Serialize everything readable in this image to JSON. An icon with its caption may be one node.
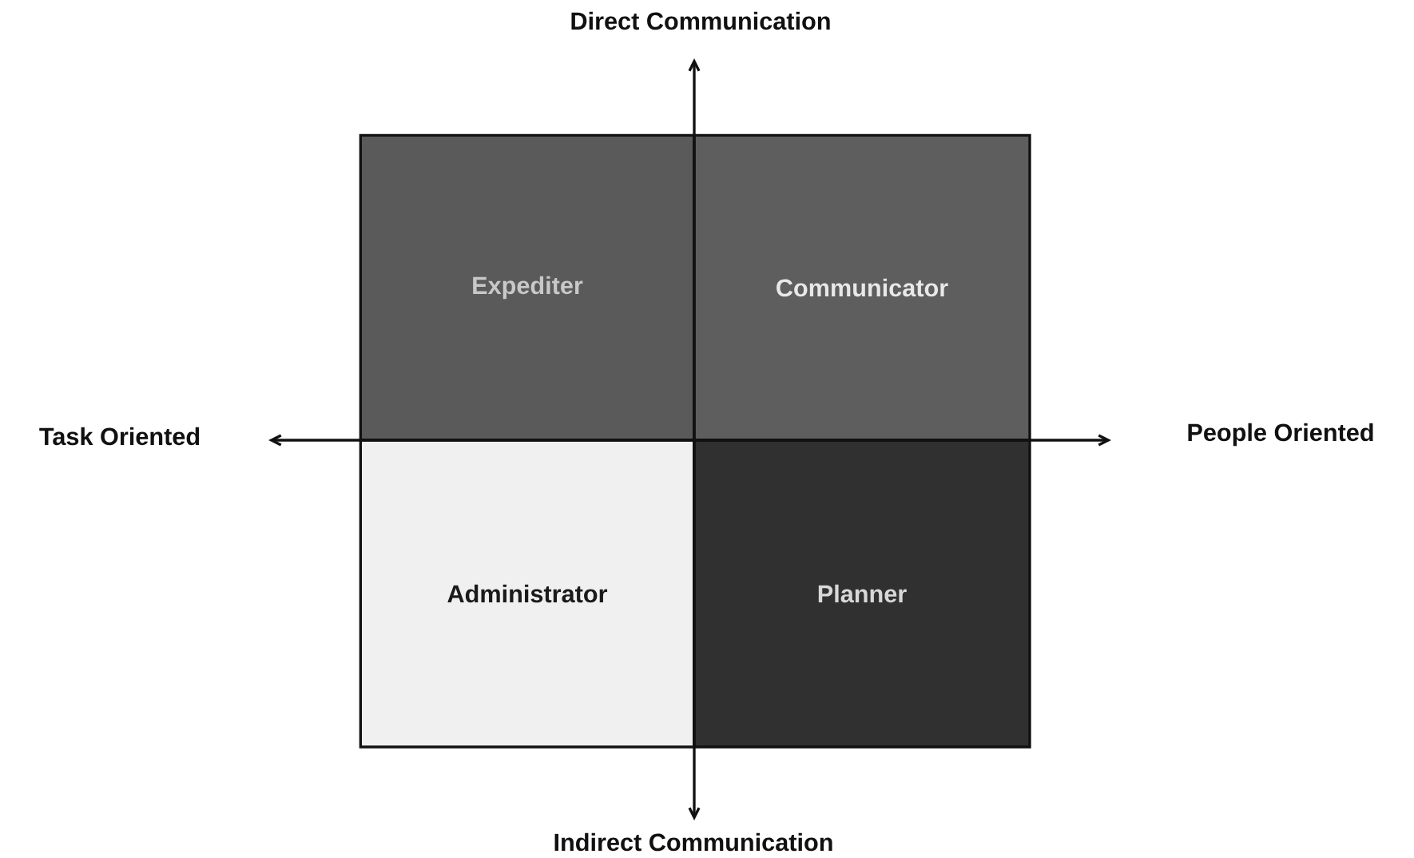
{
  "diagram": {
    "nodes": [
      {
        "text": [
          "Expediter"
        ]
      },
      {
        "text": [
          "Communicator"
        ]
      },
      {
        "text": [
          "Administrator"
        ]
      },
      {
        "text": [
          "Planner"
        ]
      }
    ],
    "labels": [
      "Direct Communication",
      "Task Oriented",
      "People Oriented",
      "Indirect Communication"
    ]
  }
}
